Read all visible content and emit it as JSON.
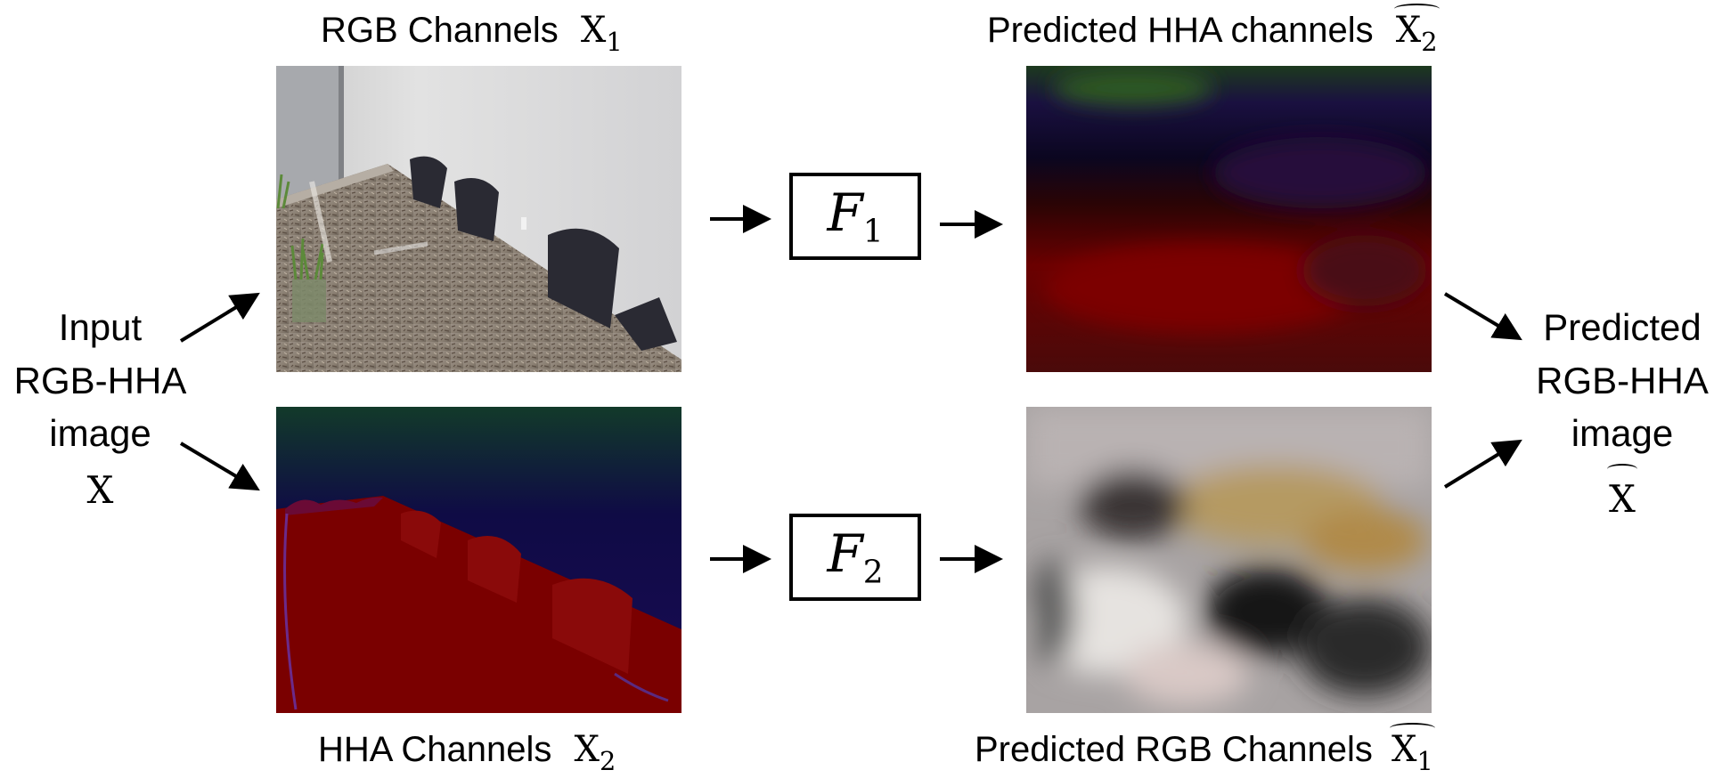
{
  "captions": {
    "rgb_channels": {
      "text": "RGB Channels",
      "symbol": "X",
      "sub": "1"
    },
    "hha_channels": {
      "text": "HHA Channels",
      "symbol": "X",
      "sub": "2"
    },
    "pred_hha_channels": {
      "text": "Predicted HHA channels",
      "symbol": "X",
      "sub": "2"
    },
    "pred_rgb_channels": {
      "text": "Predicted RGB Channels",
      "symbol": "X",
      "sub": "1"
    }
  },
  "input_label": {
    "line1": "Input",
    "line2": "RGB-HHA",
    "line3": "image",
    "symbol": "X"
  },
  "output_label": {
    "line1": "Predicted",
    "line2": "RGB-HHA",
    "line3": "image",
    "symbol": "X"
  },
  "functions": {
    "f1": {
      "symbol": "F",
      "sub": "1"
    },
    "f2": {
      "symbol": "F",
      "sub": "2"
    }
  },
  "colors": {
    "hha_red": "#7a0000",
    "hha_blue": "#0d0a3a",
    "rgb_wall": "#d8d8d8",
    "table_granite": "#8c8276",
    "chair_dark": "#2a2a33",
    "pred_rgb_tan": "#b59a62"
  }
}
